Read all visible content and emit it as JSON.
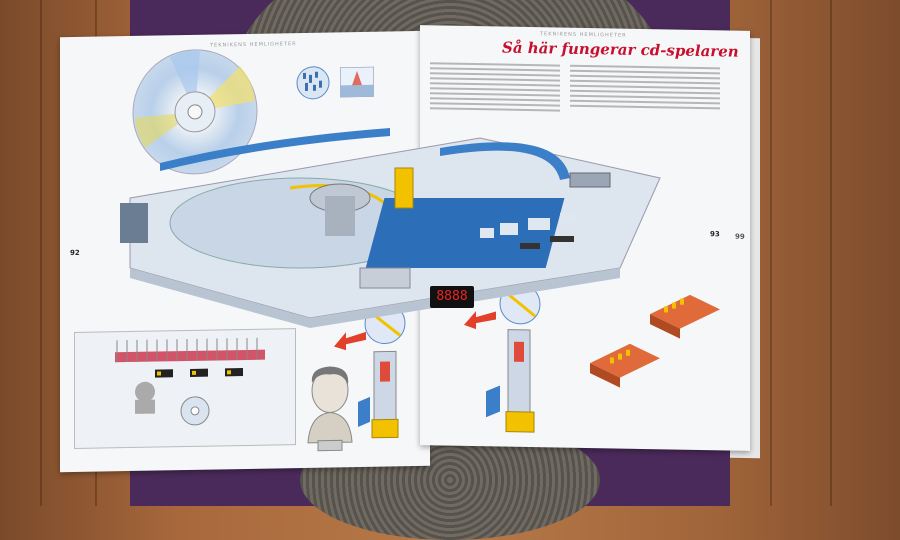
{
  "book": {
    "running_head_left": "TEKNIKENS HEMLIGHETER",
    "running_head_right": "TEKNIKENS HEMLIGHETER",
    "title": "Så här fungerar cd-spelaren",
    "page_left": "92",
    "page_right": "93",
    "page_next": "99",
    "display_readout": "8888"
  },
  "colors": {
    "title_red": "#c8102e",
    "display_red": "#e22222",
    "machine_blue": "#3a7fc8",
    "laser_yellow": "#f2c200"
  }
}
